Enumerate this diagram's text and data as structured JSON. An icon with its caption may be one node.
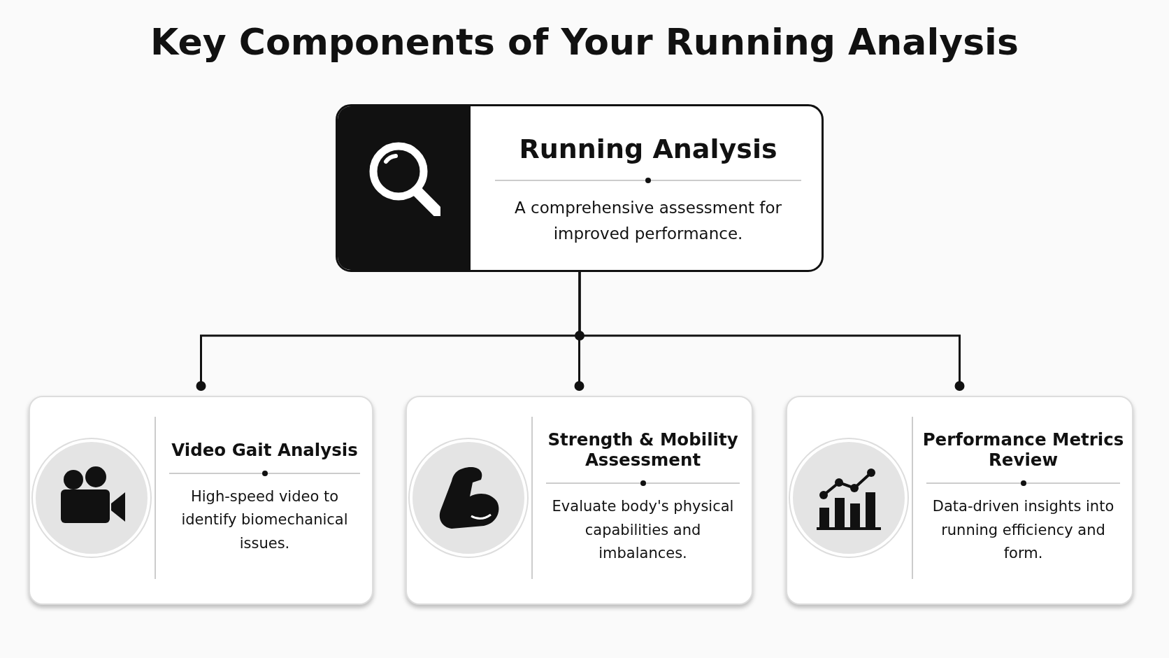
{
  "diagram": {
    "title": "Key Components of Your Running Analysis",
    "nodes": [
      {
        "text": [
          "Running Analysis",
          "A comprehensive assessment for improved performance."
        ]
      },
      {
        "text": [
          "Video Gait Analysis",
          "High-speed video to identify biomechanical issues."
        ]
      },
      {
        "text": [
          "Strength & Mobility Assessment",
          "Evaluate body's physical capabilities and imbalances."
        ]
      },
      {
        "text": [
          "Performance Metrics Review",
          "Data-driven insights into running efficiency and form."
        ]
      }
    ],
    "edges": [
      {
        "from": 0,
        "to": 1,
        "arrow": "other"
      },
      {
        "from": 0,
        "to": 2,
        "arrow": "other"
      },
      {
        "from": 0,
        "to": 3,
        "arrow": "other"
      }
    ]
  }
}
